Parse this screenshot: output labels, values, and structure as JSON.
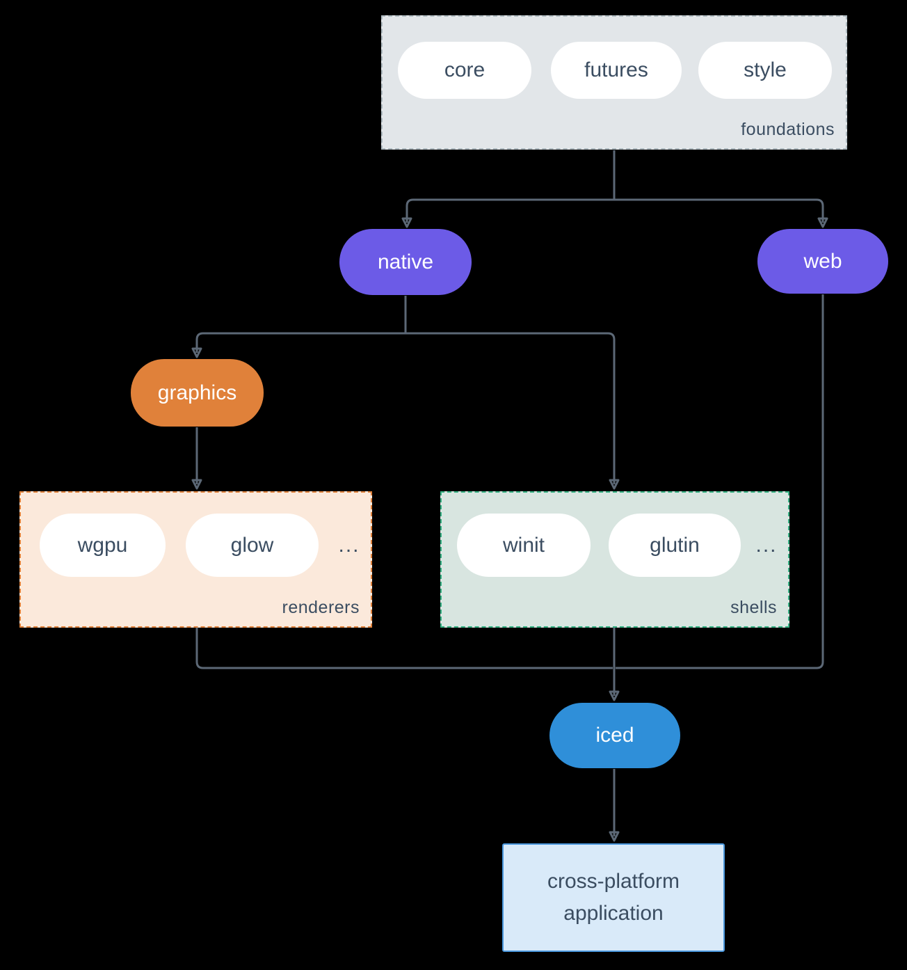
{
  "diagram": {
    "foundations": {
      "label": "foundations",
      "pills": [
        "core",
        "futures",
        "style"
      ]
    },
    "nodes": {
      "native": "native",
      "web": "web",
      "graphics": "graphics",
      "iced": "iced",
      "application": "cross-platform application"
    },
    "renderers": {
      "label": "renderers",
      "pills": [
        "wgpu",
        "glow"
      ],
      "ellipsis": "..."
    },
    "shells": {
      "label": "shells",
      "pills": [
        "winit",
        "glutin"
      ],
      "ellipsis": "..."
    },
    "colors": {
      "background": "#000000",
      "connector": "#5c6876",
      "foundations_fill": "#e2e6e9",
      "foundations_border": "#adb9bf",
      "renderers_fill": "#fbe9db",
      "renderers_border": "#e0823c",
      "shells_fill": "#d8e5e0",
      "shells_border": "#35b183",
      "native_web_fill": "#6c5be7",
      "graphics_fill": "#e0813a",
      "iced_fill": "#2f8fd9",
      "application_fill": "#d9eaf9",
      "application_border": "#4a97dd",
      "text_dark": "#3b4d61",
      "pill_fill": "#ffffff"
    }
  }
}
